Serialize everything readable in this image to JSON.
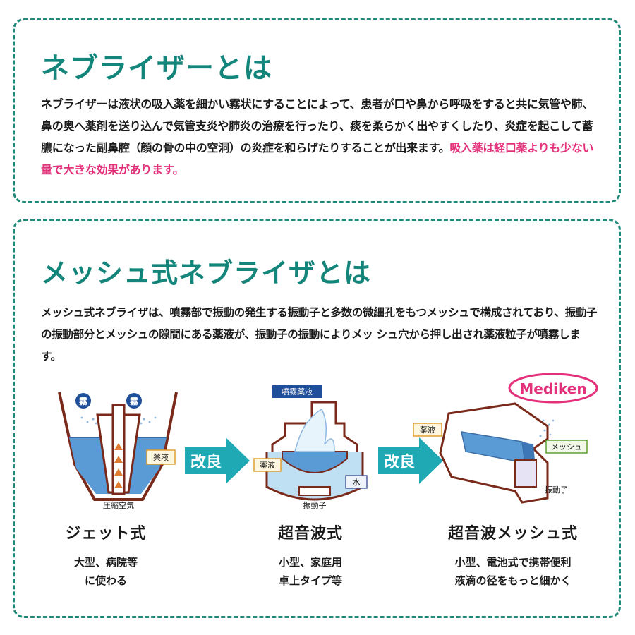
{
  "section1": {
    "title": "ネブライザーとは",
    "body_main": "ネブライザーは液状の吸入薬を細かい霧状にすることによって、患者が口や鼻から呼吸をすると共に気管や肺、鼻の奥へ薬剤を送り込んで気管支炎や肺炎の治療を行ったり、痰を柔らかく出やすくしたり、炎症を起こして蓄膿になった副鼻腔（顔の骨の中の空洞）の炎症を和らげたりすることが出来ます。",
    "body_highlight": "吸入薬は経口薬よりも少ない量で大きな効果があります。",
    "highlight_color": "#e3307a"
  },
  "section2": {
    "title": "メッシュ式ネブライザとは",
    "body": "メッシュ式ネブライザは、噴霧部で振動の発生する振動子と多数の微細孔をもつメッシュで構成されており、振動子の振動部分とメッシュの隙間にある薬液が、振動子の振動によりメッ シュ穴から押し出され薬液粒子が噴霧します。"
  },
  "theme": {
    "accent": "#14857a",
    "border": "#1f8a78",
    "arrow": "#1ea9b5",
    "liquid": "#5b9bd5",
    "outline": "#7a2a1a",
    "logo": "#e3307a"
  },
  "diagrams": {
    "jet": {
      "mist_label": "霧",
      "liquid_label": "薬液",
      "air_label": "圧縮空気"
    },
    "arrow1_label": "改良",
    "ultrasonic": {
      "spray_label": "噴霧薬液",
      "liquid_label": "薬液",
      "water_label": "水",
      "vibrator_label": "振動子"
    },
    "arrow2_label": "改良",
    "mesh": {
      "logo": "Mediken",
      "liquid_label": "薬液",
      "mesh_label": "メッシュ",
      "vibrator_label": "振動子"
    }
  },
  "captions": {
    "jet": {
      "title": "ジェット式",
      "line1": "大型、病院等",
      "line2": "に使わる"
    },
    "ultrasonic": {
      "title": "超音波式",
      "line1": "小型、家庭用",
      "line2": "卓上タイプ等"
    },
    "mesh": {
      "title": "超音波メッシュ式",
      "line1": "小型、電池式で携帯便利",
      "line2": "液滴の径をもっと細かく"
    }
  }
}
